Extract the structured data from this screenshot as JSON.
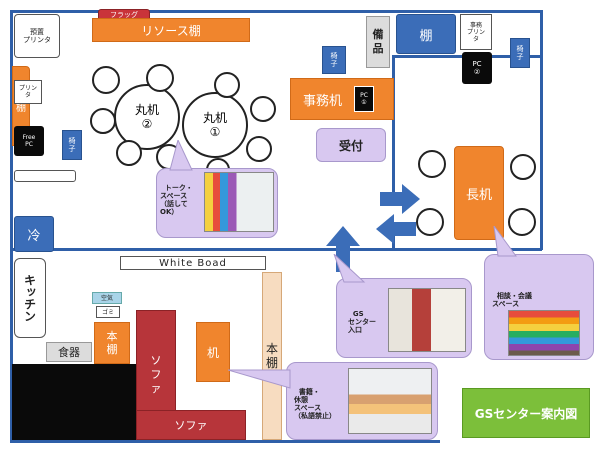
{
  "labels": {
    "flag": "フラッグ",
    "resource_shelf": "リソース棚",
    "storage_printer": "預置\nプリンタ",
    "supplies": "備\n品",
    "shelf_top_right": "棚",
    "office_printer": "事務\nプリン\nタ",
    "pc2": "PC\n②",
    "chair_right": "椅\n子",
    "chair_office": "椅\n子",
    "office_desk": "事務机",
    "pc1": "PC\n①",
    "reception": "受付",
    "round_table_2": "丸机\n②",
    "round_table_1": "丸机\n①",
    "printer_left": "プリン\nタ",
    "shelf_left_cut": "棚",
    "free_pc": "Free\nPC",
    "chair_left": "椅\n子",
    "talk_space": "トーク・\nスペース\n（話して\nOK）",
    "long_desk": "長机",
    "fridge": "冷",
    "white_board": "White Boad",
    "kitchen": "キッチン",
    "aircon": "空気",
    "trash": "ゴミ",
    "bookshelf_small": "本\n棚",
    "tableware": "食器",
    "sofa_vertical": "ソ\nフ\nァ",
    "sofa_horizontal": "ソファ",
    "desk_small": "机",
    "bookshelf_tall": "本\n棚",
    "gs_entrance": "GS\nセンター\n入口",
    "consult_space": "相談・会議\nスペース",
    "reading_space": "書籍・\n休憩\nスペース\n（私語禁止）",
    "map_title": "GSセンター案内図"
  },
  "colors": {
    "wall": "#2f5fa8",
    "furniture_orange": "#f0852d",
    "furniture_blue": "#3b6db8",
    "sofa_red": "#b7353a",
    "bubble_purple": "#d8c8f0",
    "title_green": "#7cbf3a"
  }
}
